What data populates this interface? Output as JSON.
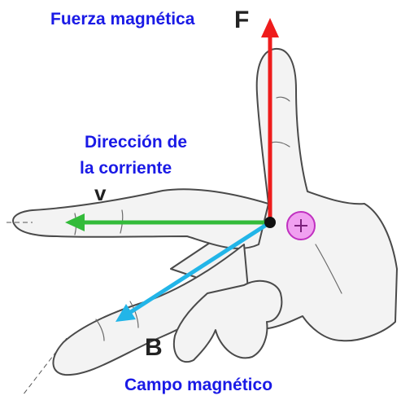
{
  "labels": {
    "force_title": "Fuerza magnética",
    "force_symbol": "F",
    "current_line1": "Dirección de",
    "current_line2": "la corriente",
    "velocity_symbol": "v",
    "field_symbol": "B",
    "field_title": "Campo magnético",
    "charge_symbol": "+"
  },
  "colors": {
    "force_arrow": "#ee1c1c",
    "velocity_arrow": "#33bb3a",
    "field_arrow": "#22b5e8",
    "charge_fill": "#f0a0f0",
    "text_blue": "#1a1ae6",
    "hand_outline": "#4a4a4a",
    "hand_fill": "#f3f3f3"
  }
}
